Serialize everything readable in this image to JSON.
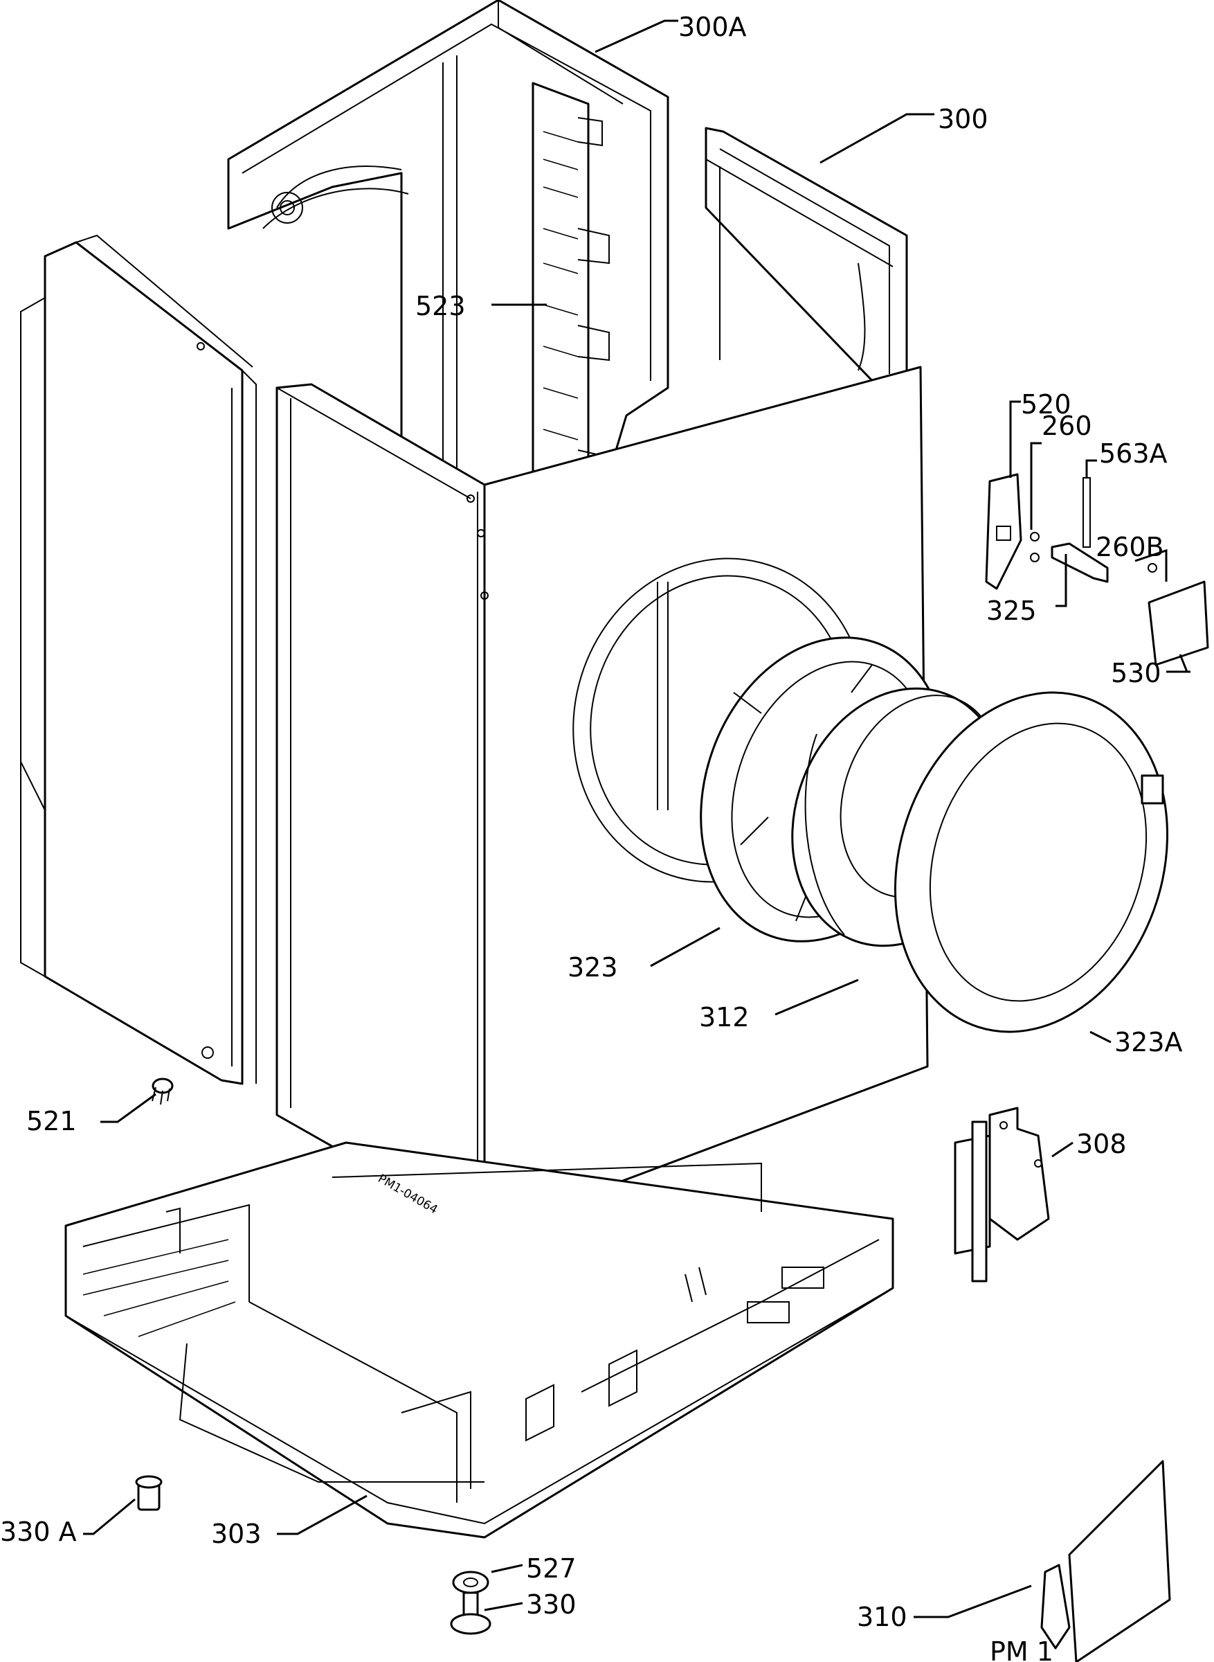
{
  "callouts": {
    "p300A": "300A",
    "p300": "300",
    "p523": "523",
    "p520": "520",
    "p260": "260",
    "p563A": "563A",
    "p260B": "260B",
    "p325": "325",
    "p530": "530",
    "p323": "323",
    "p312": "312",
    "p323A": "323A",
    "p521": "521",
    "p308": "308",
    "p330A": "330 A",
    "p303": "303",
    "p527": "527",
    "p330": "330",
    "p310": "310"
  },
  "drawing_code": "PM1-04064",
  "page_code": "PM 1"
}
